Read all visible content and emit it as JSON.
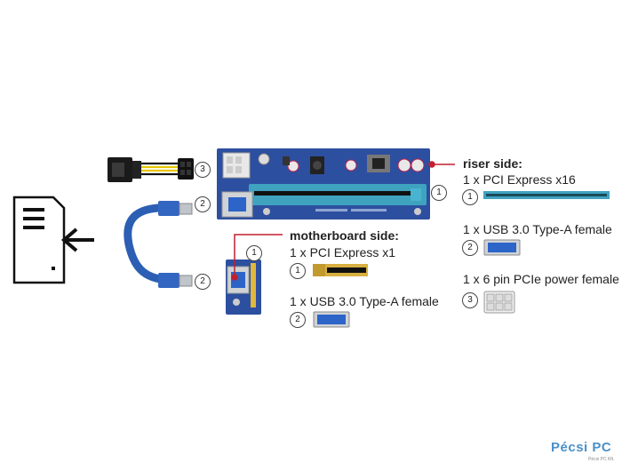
{
  "colors": {
    "pcb_blue": "#2d4f9f",
    "slot_cyan": "#3fa3c0",
    "usb_blue": "#2c64c8",
    "cable_blue": "#2c5fb3",
    "callout_red": "#c21f2f",
    "brand_blue": "#4a90c8"
  },
  "icons": {
    "file_icon": "document-with-arrow-icon"
  },
  "riser": {
    "heading": "riser side:",
    "items": [
      {
        "num": "1",
        "label": "1 x PCI Express x16"
      },
      {
        "num": "2",
        "label": "1 x USB 3.0 Type-A female"
      },
      {
        "num": "3",
        "label": "1 x 6 pin PCIe power female"
      }
    ]
  },
  "motherboard": {
    "heading": "motherboard side:",
    "items": [
      {
        "num": "1",
        "label": "1 x PCI Express x1"
      },
      {
        "num": "2",
        "label": "1 x USB 3.0 Type-A female"
      }
    ]
  },
  "product_markers": {
    "power": "3",
    "riser_usb": "2",
    "riser_slot": "1",
    "mb_slot": "1",
    "mb_usb": "2"
  },
  "brand": {
    "name": "Pécsi PC",
    "sub": "Pécsi PC Kft."
  }
}
